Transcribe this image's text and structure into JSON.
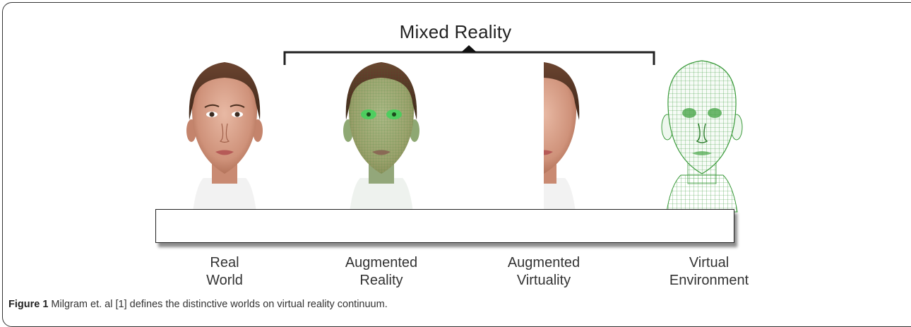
{
  "header": {
    "title": "Mixed Reality"
  },
  "faces": [
    {
      "kind": "real"
    },
    {
      "kind": "augmented-reality"
    },
    {
      "kind": "augmented-virtuality"
    },
    {
      "kind": "virtual"
    }
  ],
  "labels": [
    {
      "line1": "Real",
      "line2": "World"
    },
    {
      "line1": "Augmented",
      "line2": "Reality"
    },
    {
      "line1": "Augmented",
      "line2": "Virtuality"
    },
    {
      "line1": "Virtual",
      "line2": "Environment"
    }
  ],
  "caption": {
    "label": "Figure 1",
    "text": " Milgram et. al [1] defines the distinctive worlds on virtual reality continuum."
  },
  "colors": {
    "skin": "#d9a48e",
    "hair": "#5a3a28",
    "wire": "#3a9a3a",
    "overlay": "#5fb85f"
  }
}
